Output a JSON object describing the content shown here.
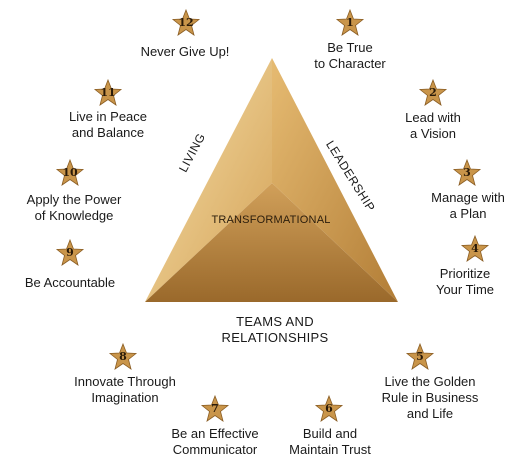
{
  "triangle": {
    "center_label": "TRANSFORMATIONAL",
    "left_side_label": "LIVING",
    "right_side_label": "LEADERSHIP",
    "base_label": "TEAMS AND\nRELATIONSHIPS",
    "colors": {
      "light": "#f3d9a0",
      "mid": "#d9a85c",
      "dark": "#9c6a2b"
    }
  },
  "star_color": "#c9954a",
  "principles": [
    {
      "number": "1",
      "label": "Be True\nto Character"
    },
    {
      "number": "2",
      "label": "Lead with\na Vision"
    },
    {
      "number": "3",
      "label": "Manage with\na Plan"
    },
    {
      "number": "4",
      "label": "Prioritize\nYour Time"
    },
    {
      "number": "5",
      "label": "Live the Golden\nRule in Business\nand Life"
    },
    {
      "number": "6",
      "label": "Build and\nMaintain Trust"
    },
    {
      "number": "7",
      "label": "Be an Effective\nCommunicator"
    },
    {
      "number": "8",
      "label": "Innovate Through\nImagination"
    },
    {
      "number": "9",
      "label": "Be Accountable"
    },
    {
      "number": "10",
      "label": "Apply the Power\nof Knowledge"
    },
    {
      "number": "11",
      "label": "Live in Peace\nand Balance"
    },
    {
      "number": "12",
      "label": "Never Give Up!"
    }
  ]
}
